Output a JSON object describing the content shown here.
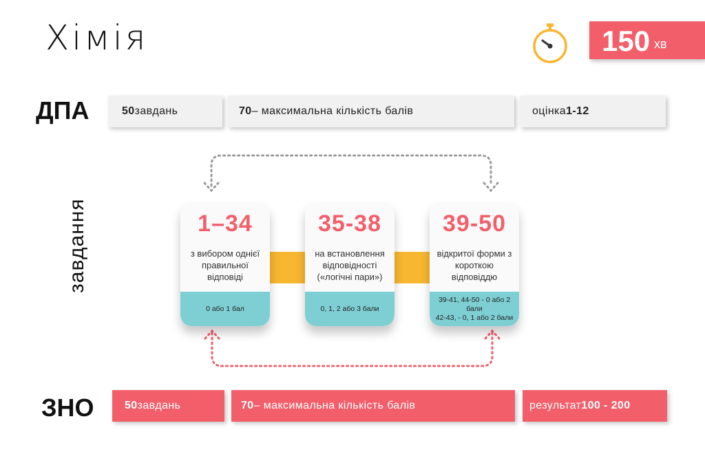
{
  "title": "Хімія",
  "timer": {
    "icon": "stopwatch-icon",
    "value": "150",
    "unit": "хв"
  },
  "colors": {
    "accent_red": "#f25f6b",
    "accent_teal": "#7ecfd3",
    "accent_yellow": "#f7b731",
    "box_gray": "#f1f1f1"
  },
  "dpa": {
    "label": "ДПА",
    "boxes": [
      {
        "bold": "50",
        "text": " завдань"
      },
      {
        "bold": "70",
        "text": " – максимальна кількість балів"
      },
      {
        "text": "оцінка ",
        "bold": "1-12"
      }
    ]
  },
  "tasks": {
    "label": "завдання",
    "cards": [
      {
        "range": "1–34",
        "desc": "з вибором однієї правильної відповіді",
        "score_lines": [
          "0 або 1 бал"
        ]
      },
      {
        "range": "35-38",
        "desc": "на встановлення відповідності («логічні пари»)",
        "score_lines": [
          "0, 1, 2 або 3 бали"
        ]
      },
      {
        "range": "39-50",
        "desc": "відкритої форми з короткою відповіддю",
        "score_lines": [
          "39-41, 44-50 - 0 або 2 бали",
          "42-43,  - 0, 1 або 2 бали"
        ]
      }
    ]
  },
  "zno": {
    "label": "ЗНО",
    "boxes": [
      {
        "bold": "50",
        "text": " завдань"
      },
      {
        "bold": "70",
        "text": " – максимальна кількість балів"
      },
      {
        "text": "результат ",
        "bold": "100 - 200"
      }
    ]
  }
}
